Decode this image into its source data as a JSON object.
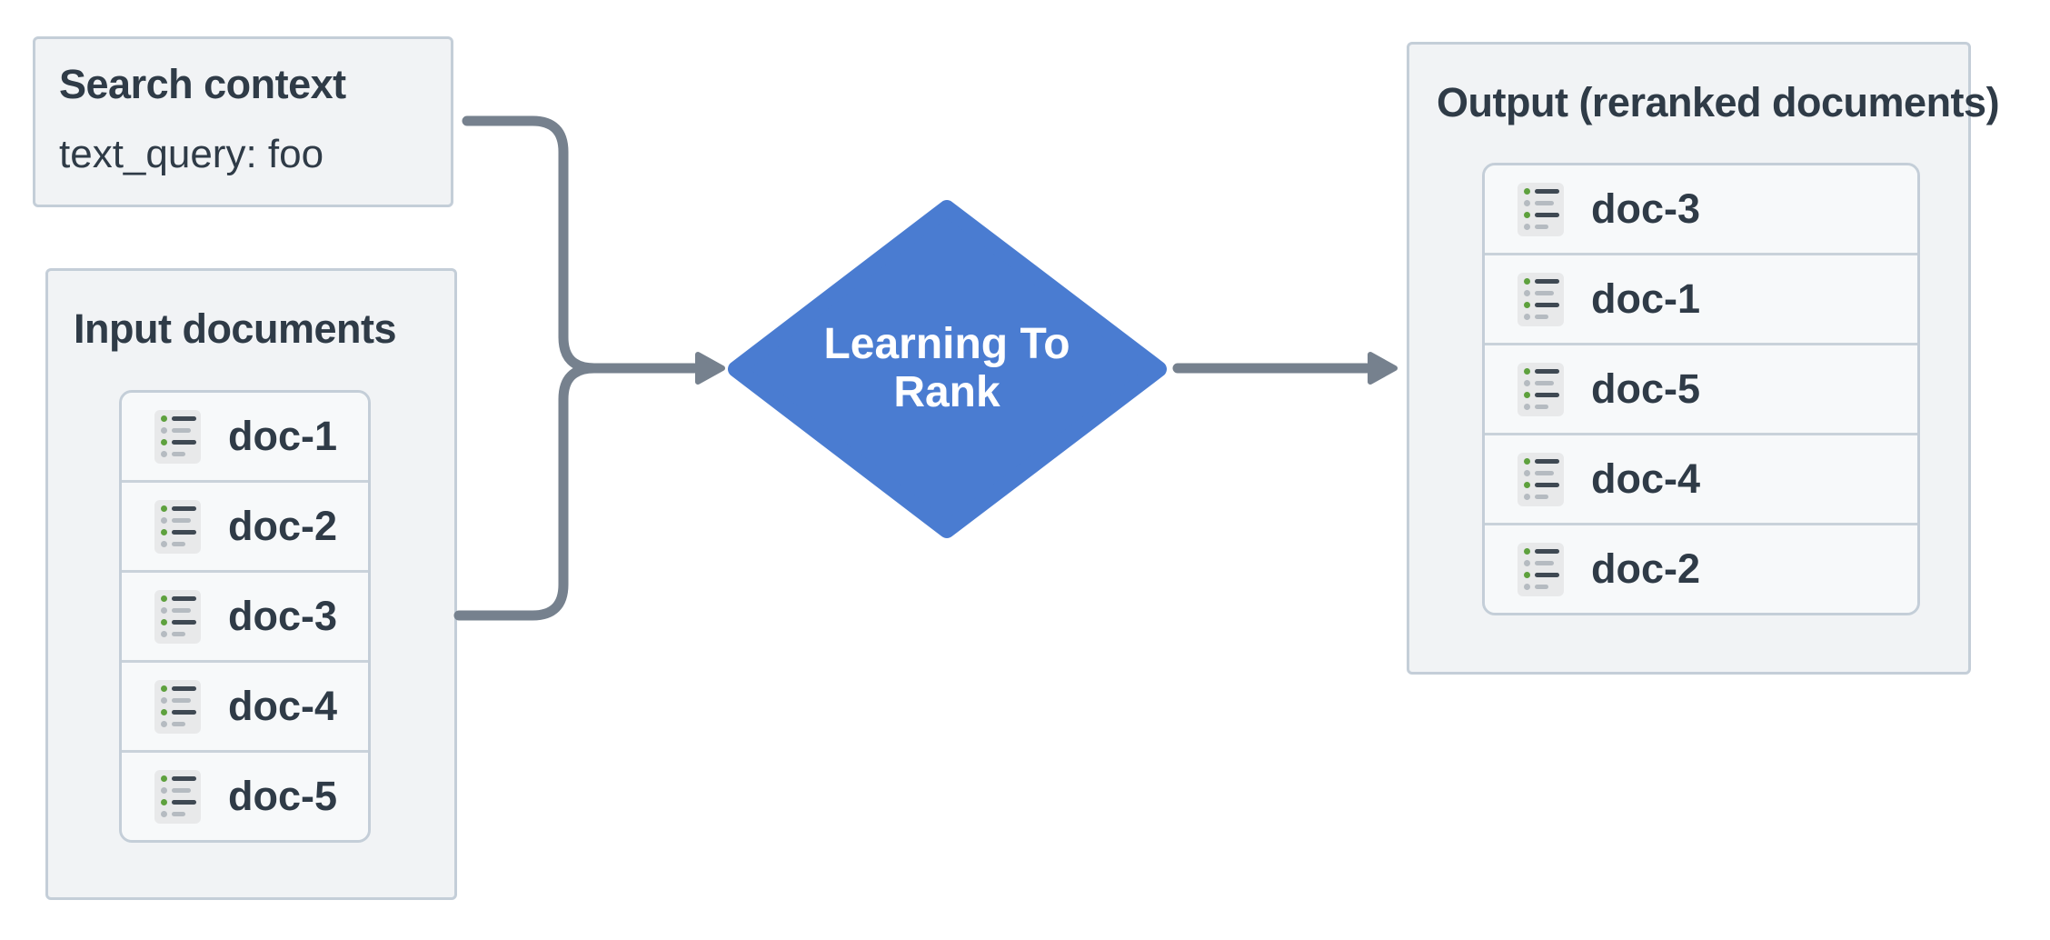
{
  "colors": {
    "page_bg": "#ffffff",
    "panel_bg": "#f1f3f5",
    "panel_border": "#c4ced8",
    "item_bg": "#f7f9fa",
    "item_border": "#c9d2da",
    "text": "#2f3b47",
    "connector": "#76818e",
    "diamond": "#4a7cd1",
    "diamond_text": "#ffffff",
    "icon_bg": "#e8e9ea",
    "icon_green": "#5ea13e",
    "icon_dark": "#3f4953",
    "icon_gray": "#b5bbc1"
  },
  "search_context": {
    "title": "Search context",
    "query": "text_query: foo"
  },
  "input_documents": {
    "title": "Input documents",
    "items": [
      {
        "label": "doc-1"
      },
      {
        "label": "doc-2"
      },
      {
        "label": "doc-3"
      },
      {
        "label": "doc-4"
      },
      {
        "label": "doc-5"
      }
    ]
  },
  "process": {
    "label": "Learning To Rank"
  },
  "output_documents": {
    "title": "Output (reranked documents)",
    "items": [
      {
        "label": "doc-3"
      },
      {
        "label": "doc-1"
      },
      {
        "label": "doc-5"
      },
      {
        "label": "doc-4"
      },
      {
        "label": "doc-2"
      }
    ]
  }
}
